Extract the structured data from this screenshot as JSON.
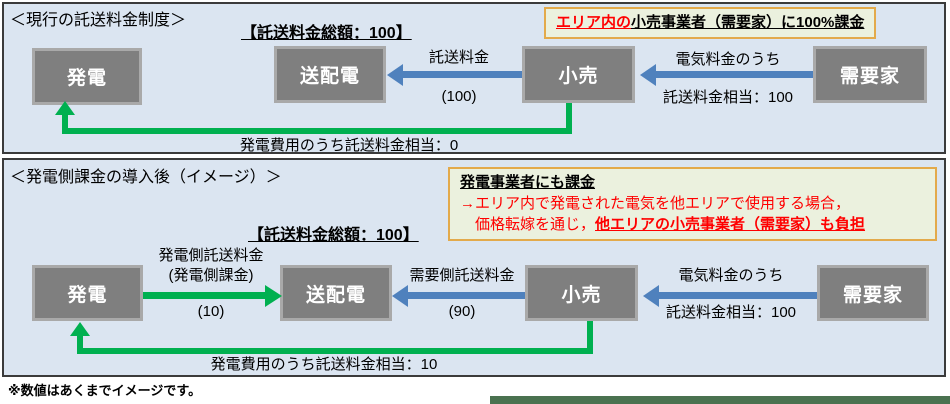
{
  "colors": {
    "panel_bg": "#dbe5f1",
    "panel_border": "#3b3b3b",
    "box_fill": "#7f7f7f",
    "box_border": "#a9a9a9",
    "blue_arrow": "#4f81bd",
    "green_arrow": "#00b050",
    "red_text": "#ff0000",
    "callout_bg": "#ebf1de",
    "callout_border": "#e3aa4b",
    "bottom_bar": "#4a7250"
  },
  "panel1": {
    "title": "＜現行の託送料金制度＞",
    "total_label": "【託送料金総額：100】",
    "callout": {
      "highlight": "エリア内の",
      "rest": "小売事業者（需要家）に100%課金"
    },
    "boxes": {
      "generation": "発電",
      "transmission": "送配電",
      "retail": "小売",
      "consumer": "需要家"
    },
    "arrow_retail_to_transmission": {
      "label": "託送料金",
      "value": "(100)"
    },
    "arrow_consumer_to_retail": {
      "label_top": "電気料金のうち",
      "label_bottom": "託送料金相当：100"
    },
    "return_label": "発電費用のうち託送料金相当：0"
  },
  "panel2": {
    "title": "＜発電側課金の導入後（イメージ）＞",
    "total_label": "【託送料金総額：100】",
    "callout": {
      "line1": "発電事業者にも課金",
      "line2": "→エリア内で発電された電気を他エリアで使用する場合，",
      "line3_prefix": "価格転嫁を通じ，",
      "line3_emphasis": "他エリアの小売事業者（需要家）も負担"
    },
    "boxes": {
      "generation": "発電",
      "transmission": "送配電",
      "retail": "小売",
      "consumer": "需要家"
    },
    "arrow_generation_to_transmission": {
      "label": "発電側託送料金",
      "sublabel": "(発電側課金)",
      "value": "(10)"
    },
    "arrow_retail_to_transmission": {
      "label": "需要側託送料金",
      "value": "(90)"
    },
    "arrow_consumer_to_retail": {
      "label_top": "電気料金のうち",
      "label_bottom": "託送料金相当：100"
    },
    "return_label": "発電費用のうち託送料金相当：10"
  },
  "footnote": "※数値はあくまでイメージです。"
}
